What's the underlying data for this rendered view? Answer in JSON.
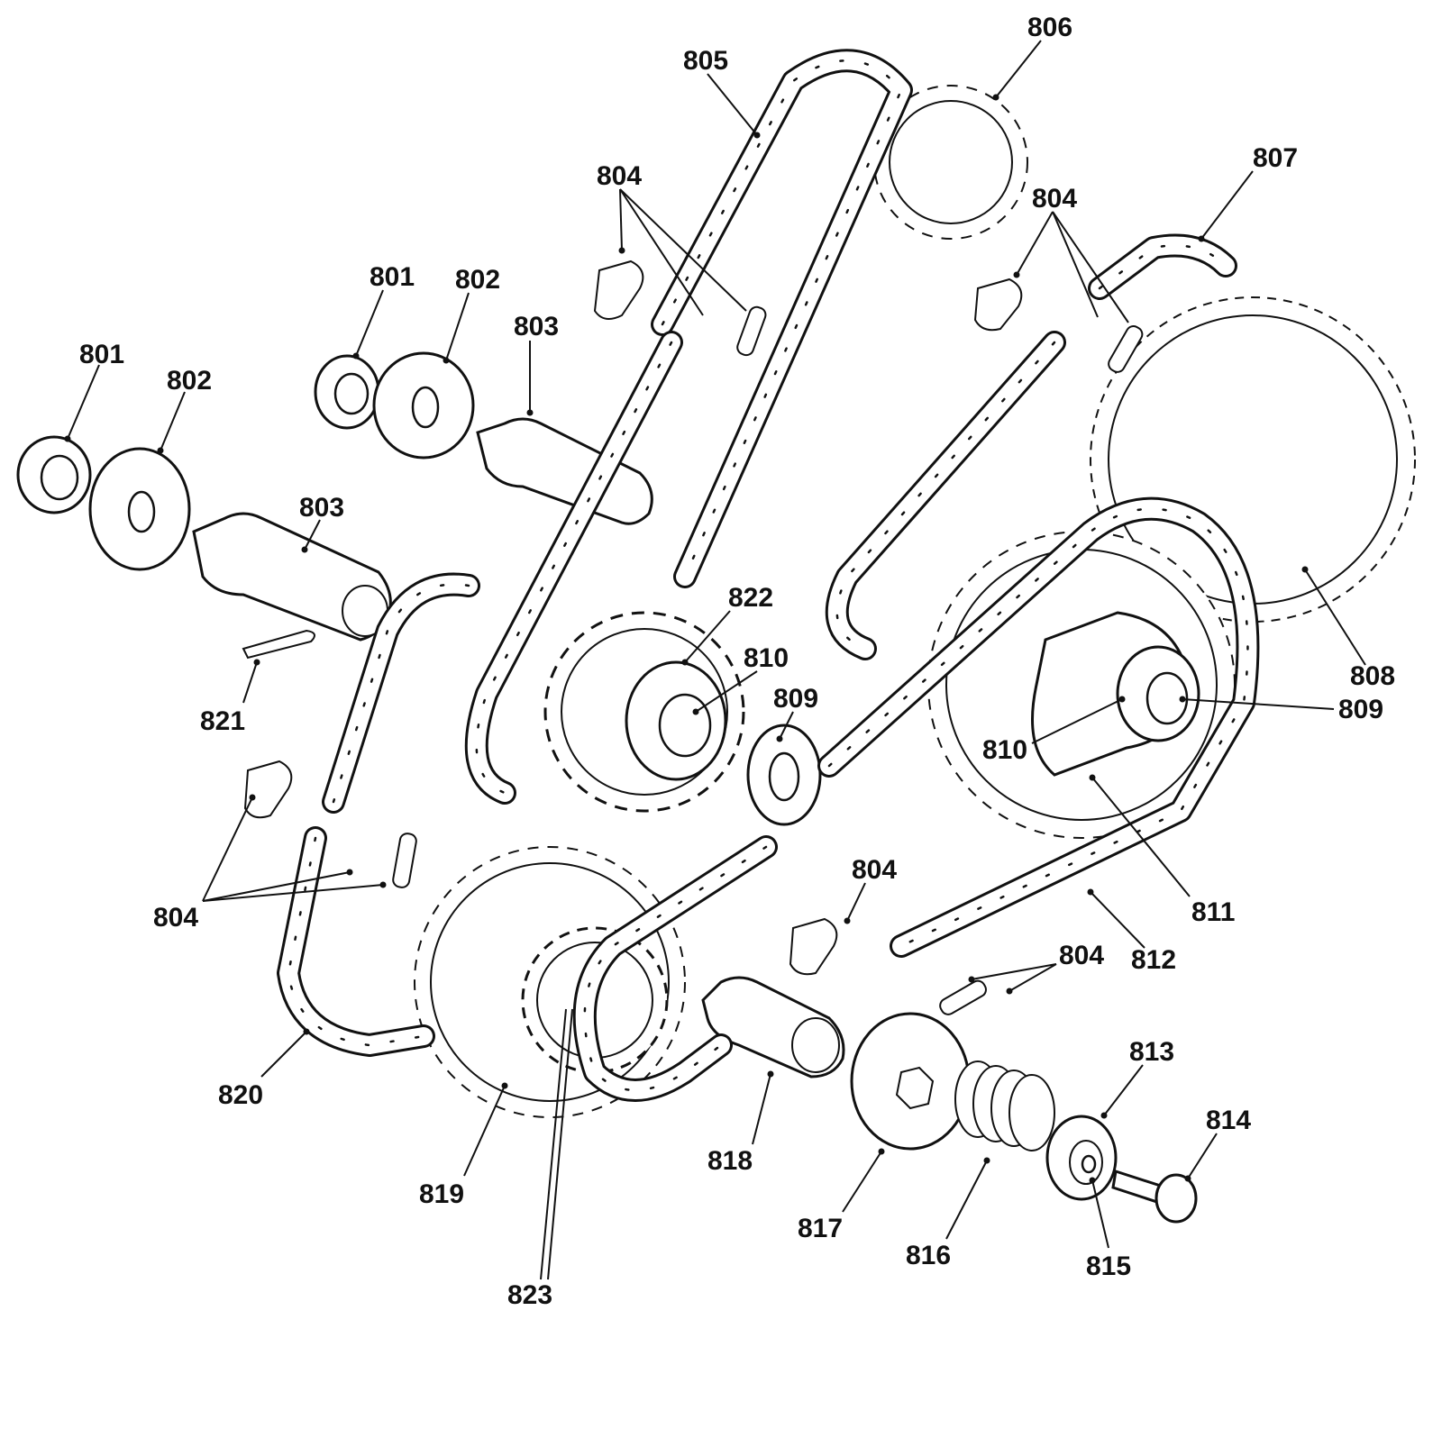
{
  "diagram": {
    "callouts": [
      {
        "id": "c801a",
        "text": "801"
      },
      {
        "id": "c802a",
        "text": "802"
      },
      {
        "id": "c803a",
        "text": "803"
      },
      {
        "id": "c801b",
        "text": "801"
      },
      {
        "id": "c802b",
        "text": "802"
      },
      {
        "id": "c803b",
        "text": "803"
      },
      {
        "id": "c804a",
        "text": "804"
      },
      {
        "id": "c805",
        "text": "805"
      },
      {
        "id": "c806",
        "text": "806"
      },
      {
        "id": "c804b",
        "text": "804"
      },
      {
        "id": "c807",
        "text": "807"
      },
      {
        "id": "c808",
        "text": "808"
      },
      {
        "id": "c809a",
        "text": "809"
      },
      {
        "id": "c809b",
        "text": "809"
      },
      {
        "id": "c810a",
        "text": "810"
      },
      {
        "id": "c810b",
        "text": "810"
      },
      {
        "id": "c811",
        "text": "811"
      },
      {
        "id": "c812",
        "text": "812"
      },
      {
        "id": "c804c",
        "text": "804"
      },
      {
        "id": "c804d",
        "text": "804"
      },
      {
        "id": "c804e",
        "text": "804"
      },
      {
        "id": "c813",
        "text": "813"
      },
      {
        "id": "c814",
        "text": "814"
      },
      {
        "id": "c815",
        "text": "815"
      },
      {
        "id": "c816",
        "text": "816"
      },
      {
        "id": "c817",
        "text": "817"
      },
      {
        "id": "c818",
        "text": "818"
      },
      {
        "id": "c819",
        "text": "819"
      },
      {
        "id": "c820",
        "text": "820"
      },
      {
        "id": "c821",
        "text": "821"
      },
      {
        "id": "c822",
        "text": "822"
      },
      {
        "id": "c823",
        "text": "823"
      }
    ]
  }
}
